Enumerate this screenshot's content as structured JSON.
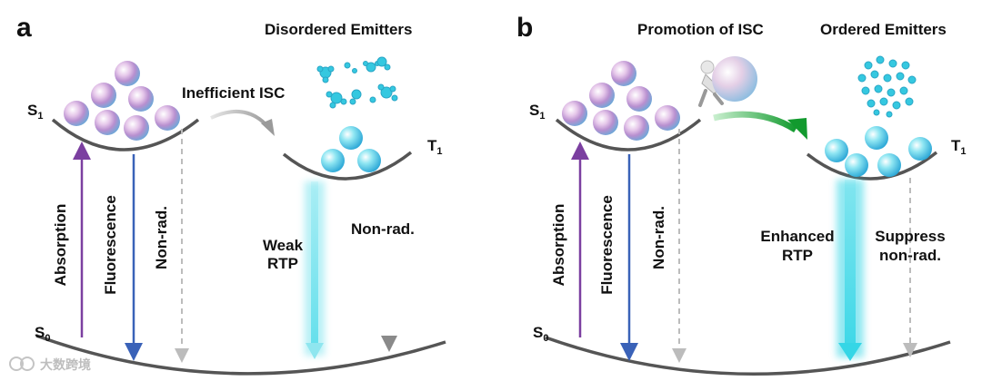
{
  "panel_a": {
    "letter": "a",
    "header": "Disordered Emitters",
    "isc_label": "Inefficient ISC",
    "s1": {
      "base": "S",
      "sub": "1"
    },
    "s0": {
      "base": "S",
      "sub": "0"
    },
    "t1": {
      "base": "T",
      "sub": "1"
    },
    "absorption": "Absorption",
    "fluorescence": "Fluorescence",
    "nonrad_left": "Non-rad.",
    "rtp_line1": "Weak",
    "rtp_line2": "RTP",
    "nonrad_right": "Non-rad."
  },
  "panel_b": {
    "letter": "b",
    "header_left": "Promotion of ISC",
    "header_right": "Ordered Emitters",
    "s1": {
      "base": "S",
      "sub": "1"
    },
    "s0": {
      "base": "S",
      "sub": "0"
    },
    "t1": {
      "base": "T",
      "sub": "1"
    },
    "absorption": "Absorption",
    "fluorescence": "Fluorescence",
    "nonrad_left": "Non-rad.",
    "rtp_line1": "Enhanced",
    "rtp_line2": "RTP",
    "suppress_line1": "Suppress",
    "suppress_line2": "non-rad."
  },
  "watermark": "大数跨境",
  "colors": {
    "absorption": "#7b3fa0",
    "fluorescence": "#3a62b8",
    "cyan": "#35d6e6",
    "isc_gray": "#bdbdbd",
    "isc_green": "#1fa33a",
    "curve": "#555555"
  }
}
